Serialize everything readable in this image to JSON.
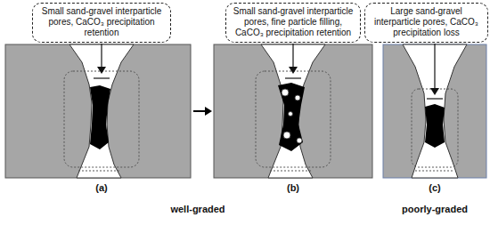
{
  "diagram": {
    "nodes": [
      {
        "text": [
          "Small sand-gravel interparticle pores, CaCO₃ precipitation retention"
        ]
      },
      {
        "text": [
          "Small sand-gravel interparticle pores, fine particle filling, CaCO₃ precipitation retention"
        ]
      },
      {
        "text": [
          "Large sand-gravel interparticle pores, CaCO₃ precipitation loss"
        ]
      }
    ],
    "labels": [
      "(a)",
      "(b)",
      "(c)",
      "well-graded",
      "poorly-graded"
    ]
  }
}
